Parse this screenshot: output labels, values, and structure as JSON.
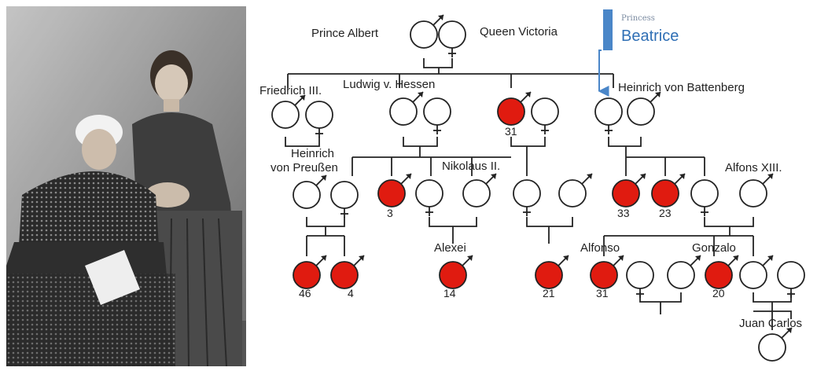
{
  "photo": {
    "subject": "victorian-portrait-two-women"
  },
  "tree": {
    "labels": {
      "albert": "Prince Albert",
      "victoria": "Queen Victoria",
      "friedrich": "Friedrich III.",
      "ludwig": "Ludwig v. Hessen",
      "heinrich_b": "Heinrich von Battenberg",
      "heinrich_p1": "Heinrich",
      "heinrich_p2": "von Preußen",
      "nikolaus": "Nikolaus II.",
      "alfons": "Alfons XIII.",
      "alexei": "Alexei",
      "alfonso": "Alfonso",
      "gonzalo": "Gonzalo",
      "juan_carlos": "Juan Carlos"
    },
    "numbers": [
      "31",
      "3",
      "33",
      "23",
      "46",
      "4",
      "14",
      "21",
      "31",
      "20"
    ],
    "annotation": {
      "small": "Princess",
      "big": "Beatrice",
      "color": "#4a86c8"
    },
    "colors": {
      "affected": "#e01b10",
      "line": "#222222"
    }
  }
}
